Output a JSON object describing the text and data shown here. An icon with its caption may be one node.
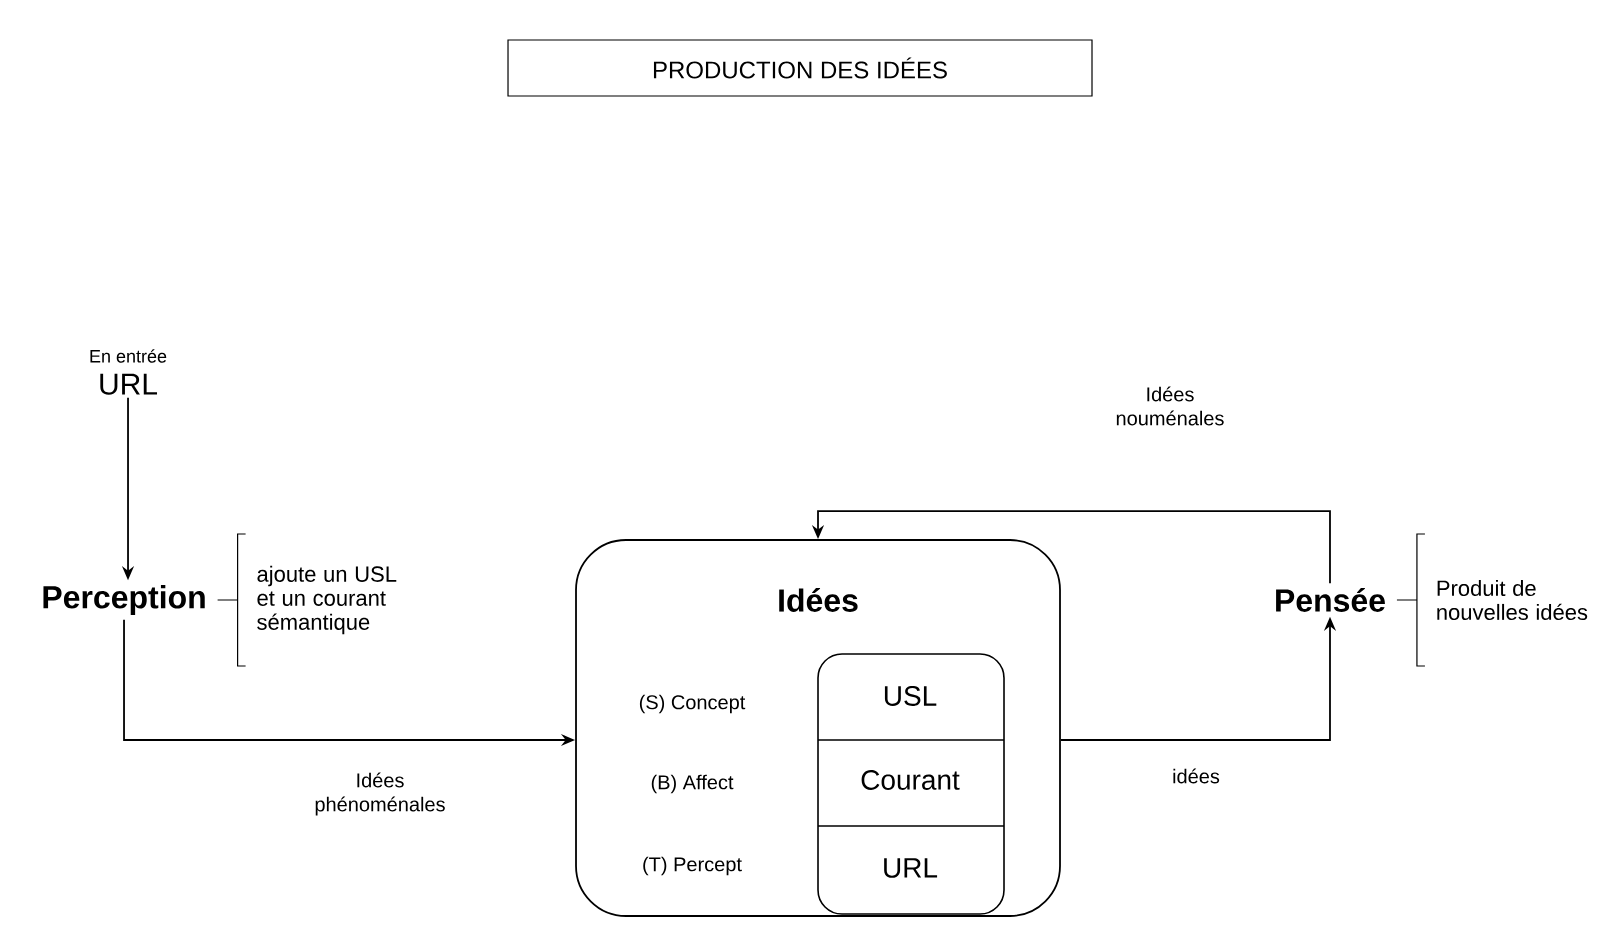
{
  "diagram": {
    "title": "PRODUCTION DES IDÉES",
    "nodes": [
      {
        "text": [
          "En entrée",
          "URL"
        ]
      },
      {
        "text": [
          "Perception"
        ],
        "beside": [
          "ajoute un USL et un courant sémantique"
        ]
      },
      {
        "text": [
          "Idées",
          "(S) Concept",
          "(B) Affect",
          "(T) Percept"
        ]
      },
      {
        "text": [
          "USL"
        ],
        "in": 2
      },
      {
        "text": [
          "Courant"
        ],
        "in": 2
      },
      {
        "text": [
          "URL"
        ],
        "in": 2
      },
      {
        "text": [
          "Pensée"
        ],
        "beside": [
          "Produit de nouvelles idées"
        ]
      }
    ],
    "edges": [
      {
        "from": 0,
        "to": 1,
        "arrow": "to"
      },
      {
        "from": 1,
        "to": 2,
        "arrow": "to",
        "label": "Idées phénoménales"
      },
      {
        "from": 2,
        "to": 6,
        "arrow": "to",
        "label": "idées"
      },
      {
        "from": 6,
        "to": 2,
        "arrow": "to",
        "label": "Idées nouménales"
      }
    ]
  }
}
